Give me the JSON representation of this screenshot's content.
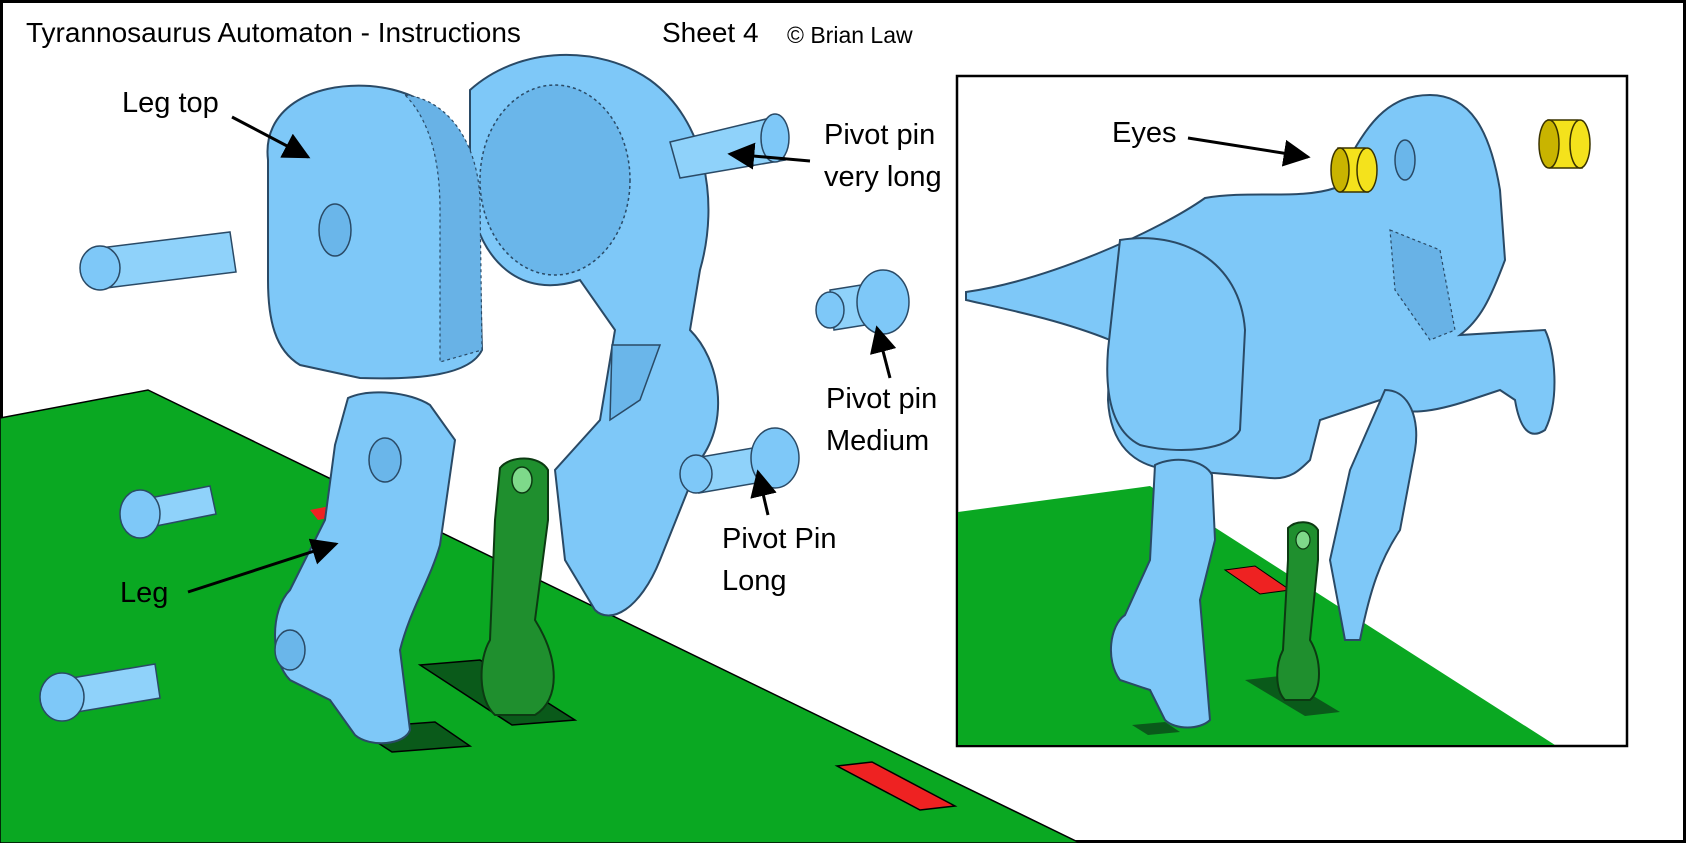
{
  "header": {
    "title": "Tyrannosaurus Automaton - Instructions",
    "sheet": "Sheet 4",
    "copyright": "© Brian Law"
  },
  "labels": {
    "leg_top": "Leg top",
    "leg": "Leg",
    "pivot_very_long": [
      "Pivot pin",
      "very long"
    ],
    "pivot_medium": [
      "Pivot pin",
      "Medium"
    ],
    "pivot_long": [
      "Pivot Pin",
      "Long"
    ],
    "eyes": "Eyes"
  },
  "colors": {
    "part_blue": "#7ec8f8",
    "base_green": "#0aa822",
    "crank_green": "#1f8f2e",
    "slot_red": "#ee2222",
    "eye_yellow": "#f4e21c"
  }
}
